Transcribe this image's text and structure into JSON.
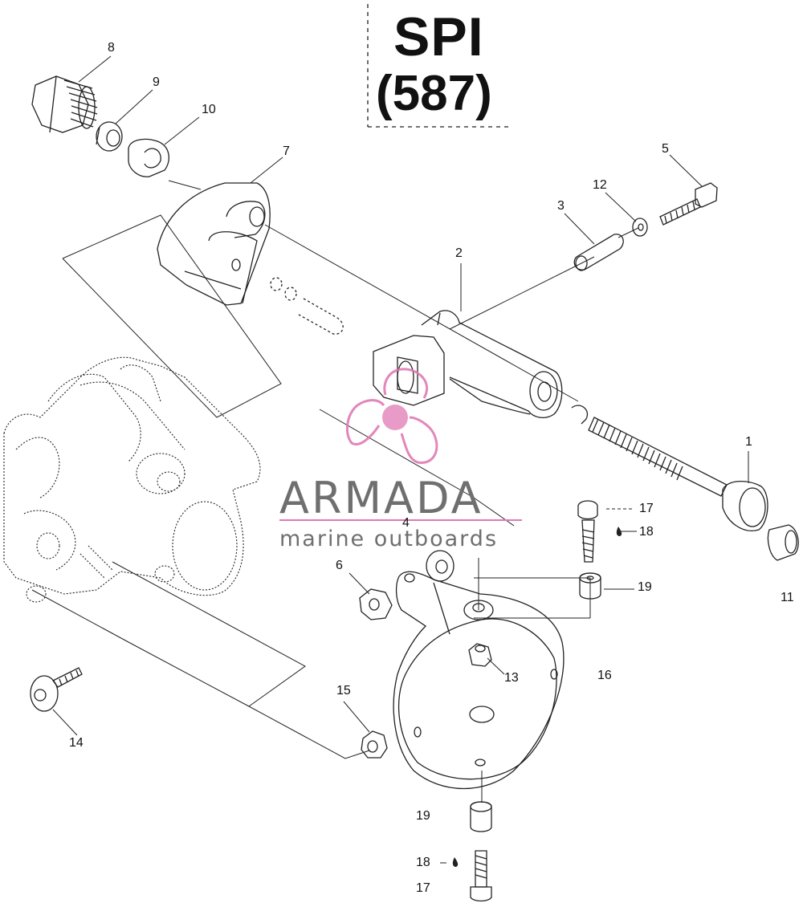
{
  "title": {
    "line1": "SPI",
    "line2": "(587)"
  },
  "logo": {
    "brand": "ARMADA",
    "tagline": "marine outboards",
    "accent_color": "#e07ab4",
    "text_color": "#6f6f6f"
  },
  "callouts": [
    {
      "id": "c1",
      "text": "1"
    },
    {
      "id": "c2",
      "text": "2"
    },
    {
      "id": "c3",
      "text": "3"
    },
    {
      "id": "c4",
      "text": "4"
    },
    {
      "id": "c5",
      "text": "5"
    },
    {
      "id": "c6",
      "text": "6"
    },
    {
      "id": "c7",
      "text": "7"
    },
    {
      "id": "c8",
      "text": "8"
    },
    {
      "id": "c9",
      "text": "9"
    },
    {
      "id": "c10",
      "text": "10"
    },
    {
      "id": "c11",
      "text": "11"
    },
    {
      "id": "c12",
      "text": "12"
    },
    {
      "id": "c13",
      "text": "13"
    },
    {
      "id": "c14",
      "text": "14"
    },
    {
      "id": "c15",
      "text": "15"
    },
    {
      "id": "c16",
      "text": "16"
    },
    {
      "id": "c17a",
      "text": "17"
    },
    {
      "id": "c18a",
      "text": "18"
    },
    {
      "id": "c19a",
      "text": "19"
    },
    {
      "id": "c19b",
      "text": "19"
    },
    {
      "id": "c18b",
      "text": "18"
    },
    {
      "id": "c17b",
      "text": "17"
    }
  ]
}
